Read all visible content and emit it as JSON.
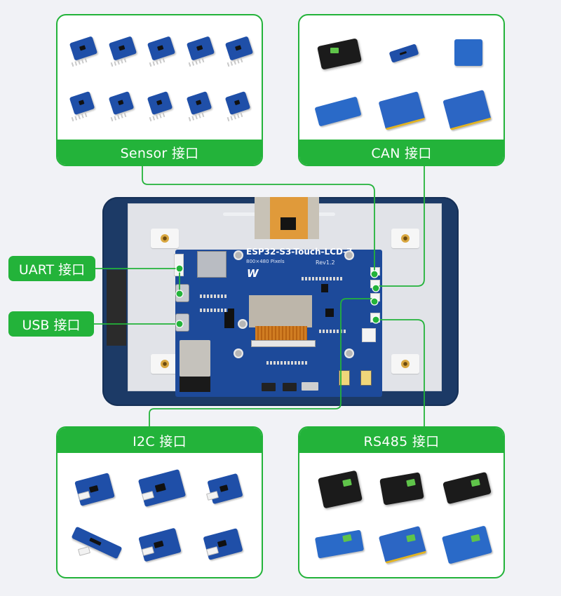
{
  "product": {
    "board_title": "ESP32-S3-Touch-LCD-7",
    "board_resolution": "800×480 Pixels",
    "board_revision": "Rev1.2",
    "brand_logo": "W"
  },
  "interfaces": {
    "sensor": {
      "label": "Sensor 接口",
      "module_count": 10
    },
    "can": {
      "label": "CAN 接口",
      "module_count": 6
    },
    "uart": {
      "label": "UART 接口"
    },
    "usb": {
      "label": "USB 接口"
    },
    "i2c": {
      "label": "I2C 接口",
      "module_count": 6
    },
    "rs485": {
      "label": "RS485 接口",
      "module_count": 6
    }
  },
  "colors": {
    "accent_green": "#23b33a",
    "pcb_blue": "#1d4a9a",
    "frame_navy": "#1c3a66",
    "background": "#f1f2f6"
  }
}
